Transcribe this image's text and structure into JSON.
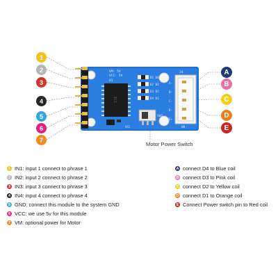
{
  "pins_left": [
    {
      "num": "1",
      "color": "#f0c51b"
    },
    {
      "num": "2",
      "color": "#b5b5b5"
    },
    {
      "num": "3",
      "color": "#d0352b"
    },
    {
      "num": "4",
      "color": "#262626"
    },
    {
      "num": "5",
      "color": "#35a6dd"
    },
    {
      "num": "6",
      "color": "#e2227f"
    },
    {
      "num": "7",
      "color": "#f08b1d"
    }
  ],
  "pins_right": [
    {
      "letter": "A",
      "color": "#1f3b73"
    },
    {
      "letter": "B",
      "color": "#ec6fa6"
    },
    {
      "letter": "C",
      "color": "#f2cf1c"
    },
    {
      "letter": "D",
      "color": "#ee7d1c"
    },
    {
      "letter": "E",
      "color": "#c82826"
    }
  ],
  "board": {
    "ics": "IC1",
    "u1": "U1",
    "vm": "VM: 5V",
    "vcc": "VCC: 5V",
    "j4": "J4",
    "sw2": "SW2",
    "j4_labels": [
      "A-",
      "B-",
      "C-",
      "D-",
      "E+"
    ],
    "led_labels": [
      "D1 D4",
      "D2 D3",
      "D3 D2",
      "D4 D1"
    ],
    "vcc_label": "VCC",
    "un_label": "UN"
  },
  "motor_power_switch": "Motor Power Switch",
  "legend_left": [
    {
      "num": "1",
      "color": "#f0c51b",
      "text": "IN1: input 1 connect to phrase 1"
    },
    {
      "num": "2",
      "color": "#b5b5b5",
      "text": "IN2: input 2 connect to phrase 2"
    },
    {
      "num": "3",
      "color": "#d0352b",
      "text": "IN3: input 3 connect to phrase 3"
    },
    {
      "num": "4",
      "color": "#262626",
      "text": "IN4: input 4 connect to phrase 4"
    },
    {
      "num": "5",
      "color": "#35a6dd",
      "text": "GND: connect this module to the system GND"
    },
    {
      "num": "6",
      "color": "#e2227f",
      "text": "VCC: we use 5v for this module"
    },
    {
      "num": "7",
      "color": "#f08b1d",
      "text": "VM: optional power for Motor"
    }
  ],
  "legend_right": [
    {
      "letter": "A",
      "color": "#1f3b73",
      "text": "connect D4 to Blue coil"
    },
    {
      "letter": "B",
      "color": "#ec6fa6",
      "text": "connect D3 to Pink coil"
    },
    {
      "letter": "C",
      "color": "#f2cf1c",
      "text": "connect D2 to Yellow coil"
    },
    {
      "letter": "D",
      "color": "#ee7d1c",
      "text": "connect D1 to Orange coil"
    },
    {
      "letter": "E",
      "color": "#c82826",
      "text": "Connect Power switch pin to Red coil"
    }
  ]
}
